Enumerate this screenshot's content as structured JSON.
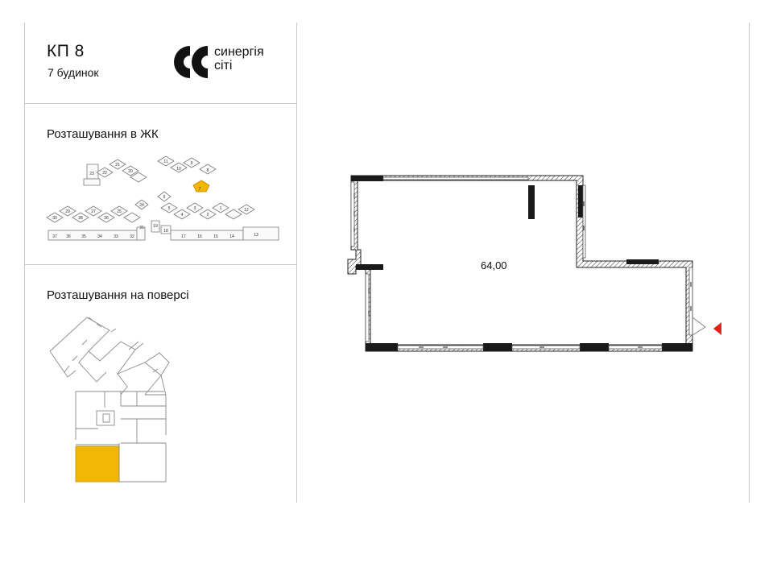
{
  "header": {
    "project": "КП 8",
    "building": "7 будинок",
    "brand_name_line1": "синергія",
    "brand_name_line2": "сіті"
  },
  "sections": {
    "complex_location": "Розташування в ЖК",
    "floor_location": "Розташування на поверсі"
  },
  "complex_map": {
    "buildings": [
      "23",
      "22",
      "21",
      "20",
      "11",
      "10",
      "9",
      "8",
      "7",
      "24",
      "6",
      "5",
      "4",
      "3",
      "2",
      "1",
      "12",
      "30",
      "29",
      "28",
      "27",
      "26",
      "25",
      "31",
      "19",
      "18",
      "37",
      "36",
      "35",
      "34",
      "33",
      "32",
      "17",
      "16",
      "15",
      "14",
      "13"
    ],
    "highlighted": "7"
  },
  "plan": {
    "area": "64,00"
  },
  "colors": {
    "highlight": "#f2b705",
    "entrance_marker": "#e0241b",
    "divider": "#c9c9c9",
    "wall_hatch": "#222222"
  }
}
